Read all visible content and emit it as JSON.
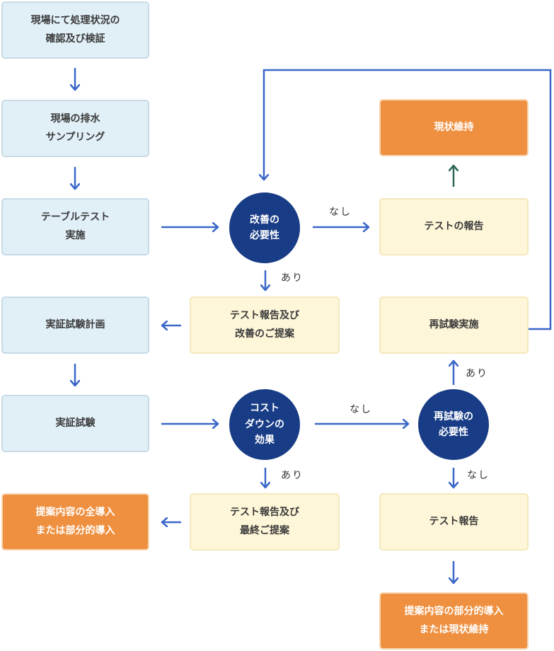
{
  "nodes": {
    "b1": "現場にて処理状況の\n確認及び検証",
    "b2": "現場の排水\nサンプリング",
    "b3": "テーブルテスト\n実施",
    "b4": "実証試験計画",
    "b5": "実証試験",
    "b6": "提案内容の全導入\nまたは部分的導入",
    "c1": "改善の\n必要性",
    "c2": "コスト\nダウンの\n効果",
    "c3": "再試験の\n必要性",
    "y1": "テスト報告及び\n改善のご提案",
    "y2": "テスト報告及び\n最終ご提案",
    "y3": "テストの報告",
    "y4": "再試験実施",
    "y5": "テスト報告",
    "o1": "現状維持",
    "o2": "提案内容の部分的導入\nまたは現状維持"
  },
  "edge_labels": {
    "none": "なし",
    "yes": "あり"
  },
  "colors": {
    "arrow": "#3a67c8",
    "arrow_up_dark": "#2f6658",
    "circle": "#183c86",
    "blue_box": "#e1eff7",
    "yellow_box": "#fef6d8",
    "orange_box": "#ef9040"
  }
}
